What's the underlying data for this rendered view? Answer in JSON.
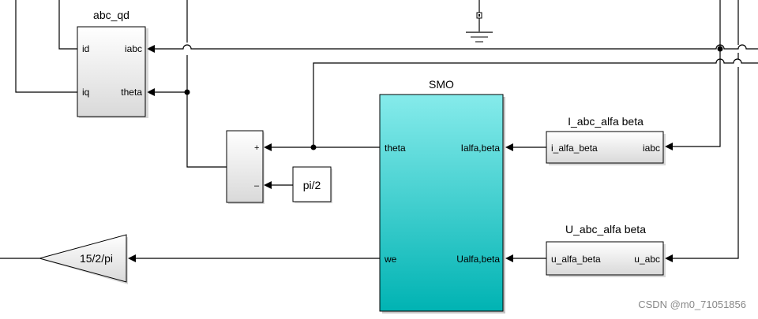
{
  "blocks": {
    "abc_qd": {
      "title": "abc_qd",
      "ports_in": [
        "id",
        "iq"
      ],
      "ports_out": [
        "iabc",
        "theta"
      ]
    },
    "smo": {
      "title": "SMO",
      "ports_in": [
        "theta",
        "we"
      ],
      "ports_out": [
        "Ialfa,beta",
        "Ualfa,beta"
      ],
      "color_top": "#86ebeb",
      "color_bottom": "#00b3b3"
    },
    "i_abc_alfa_beta": {
      "title": "I_abc_alfa beta",
      "port_in": "iabc",
      "port_out": "i_alfa_beta"
    },
    "u_abc_alfa_beta": {
      "title": "U_abc_alfa beta",
      "port_in": "u_abc",
      "port_out": "u_alfa_beta"
    },
    "sum": {
      "sign_plus": "+",
      "sign_minus": "–"
    },
    "const_pi2": {
      "label": "pi/2"
    },
    "gain": {
      "label": "15/2/pi"
    }
  },
  "watermark": "CSDN @m0_71051856"
}
